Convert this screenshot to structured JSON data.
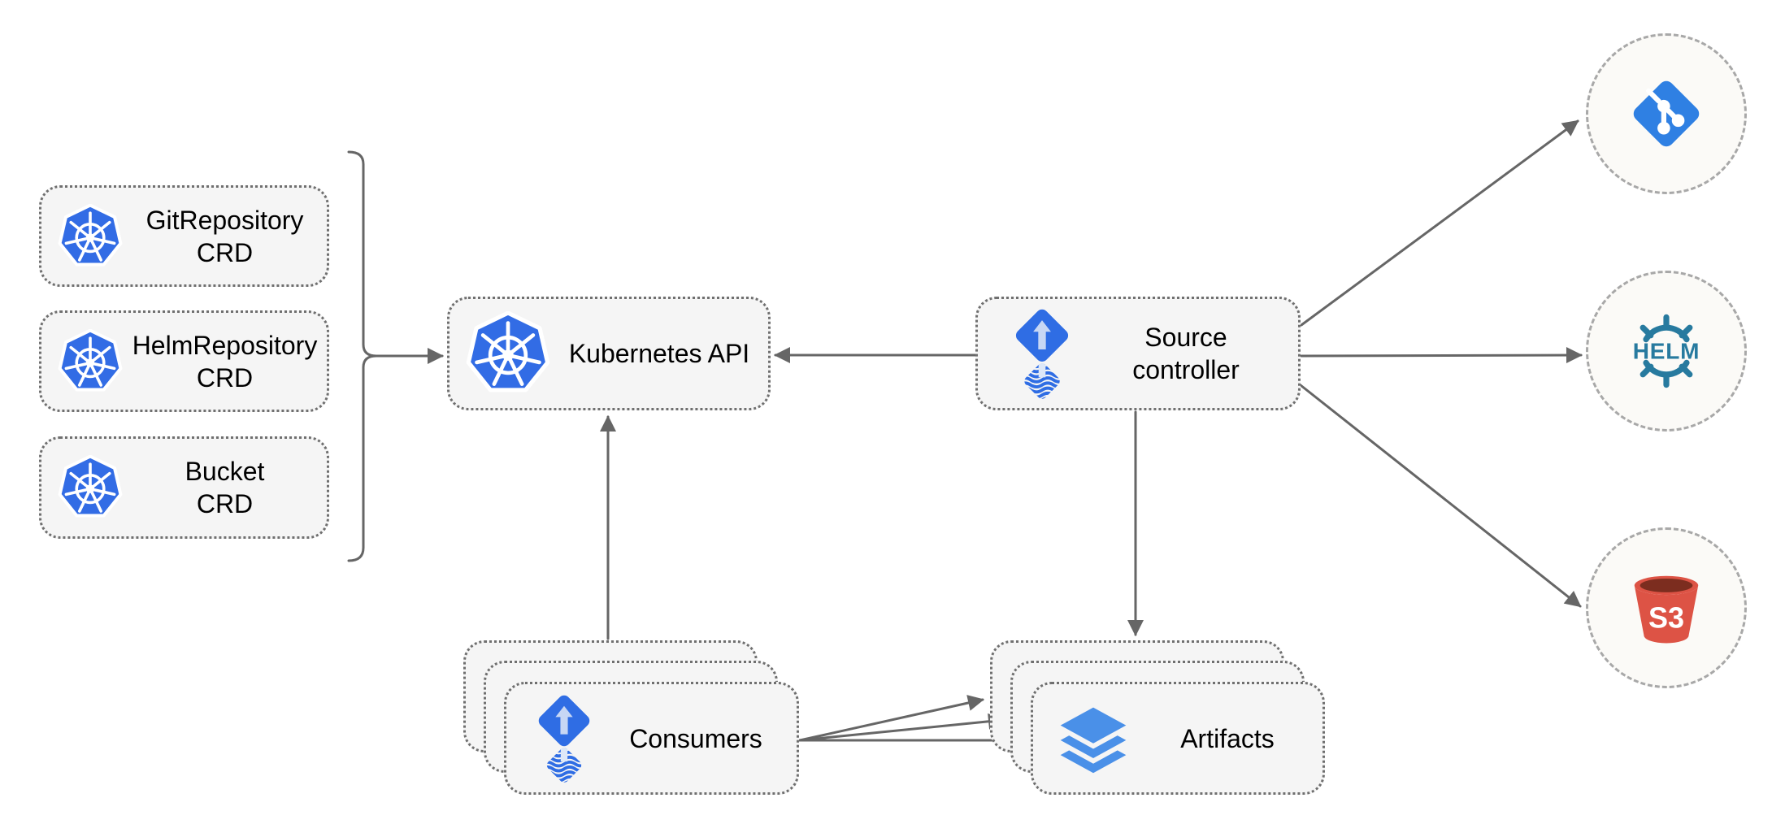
{
  "diagram": {
    "crd_boxes": [
      {
        "line1": "GitRepository",
        "line2": "CRD"
      },
      {
        "line1": "HelmRepository",
        "line2": "CRD"
      },
      {
        "line1": "Bucket",
        "line2": "CRD"
      }
    ],
    "kubernetes_api": {
      "label": "Kubernetes API"
    },
    "source_controller": {
      "line1": "Source",
      "line2": "controller"
    },
    "consumers": {
      "label": "Consumers"
    },
    "artifacts": {
      "label": "Artifacts"
    },
    "external_sources": {
      "helm_label": "HELM",
      "s3_label": "S3"
    },
    "colors": {
      "kubernetes_blue": "#326CE5",
      "flux_blue": "#2F6DE4",
      "flux_arrow_light": "#C7D7F4",
      "flux_shaft_light": "#DDE8F8",
      "git_blue": "#2F80E3",
      "helm_teal": "#277A9F",
      "s3_red": "#DD5345",
      "s3_dark": "#7C2D1F",
      "layers_blue": "#4A90E8",
      "edge_gray": "#666666",
      "node_fill": "#F5F5F5",
      "node_border": "#6F6F6F",
      "circle_fill": "#FBFAF7",
      "circle_border": "#A8A8A8",
      "text_color": "#000000"
    }
  }
}
